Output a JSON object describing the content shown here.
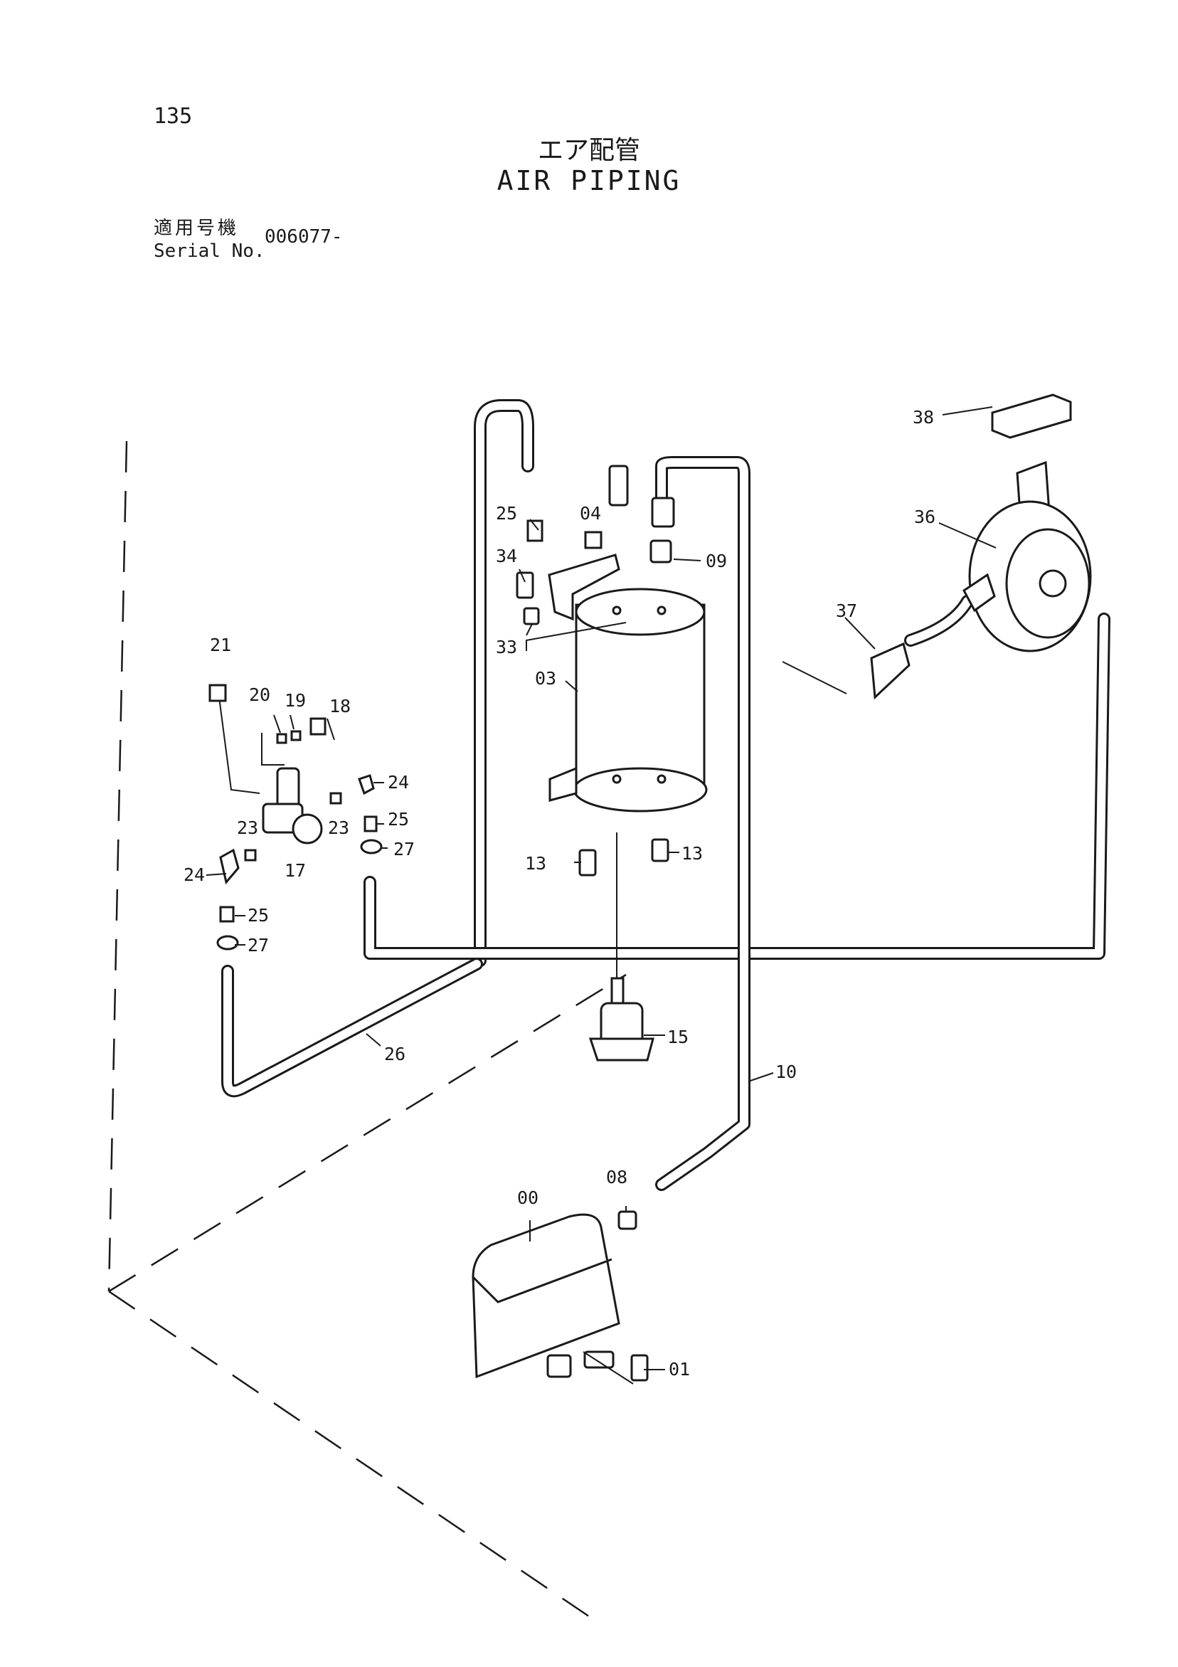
{
  "page_number": "135",
  "title_jp": "エア配管",
  "title_en": "AIR PIPING",
  "serial": {
    "label_jp": "適用号機",
    "label_en": "Serial No.",
    "value": "006077-"
  },
  "callouts": {
    "c00": "00",
    "c01": "01",
    "c03": "03",
    "c04": "04",
    "c08": "08",
    "c09": "09",
    "c10": "10",
    "c13a": "13",
    "c13b": "13",
    "c15": "15",
    "c17": "17",
    "c18": "18",
    "c19": "19",
    "c20": "20",
    "c21": "21",
    "c23a": "23",
    "c23b": "23",
    "c24a": "24",
    "c24b": "24",
    "c25a": "25",
    "c25b": "25",
    "c25c": "25",
    "c26": "26",
    "c27a": "27",
    "c27b": "27",
    "c33": "33",
    "c34": "34",
    "c36": "36",
    "c37": "37",
    "c38": "38"
  }
}
